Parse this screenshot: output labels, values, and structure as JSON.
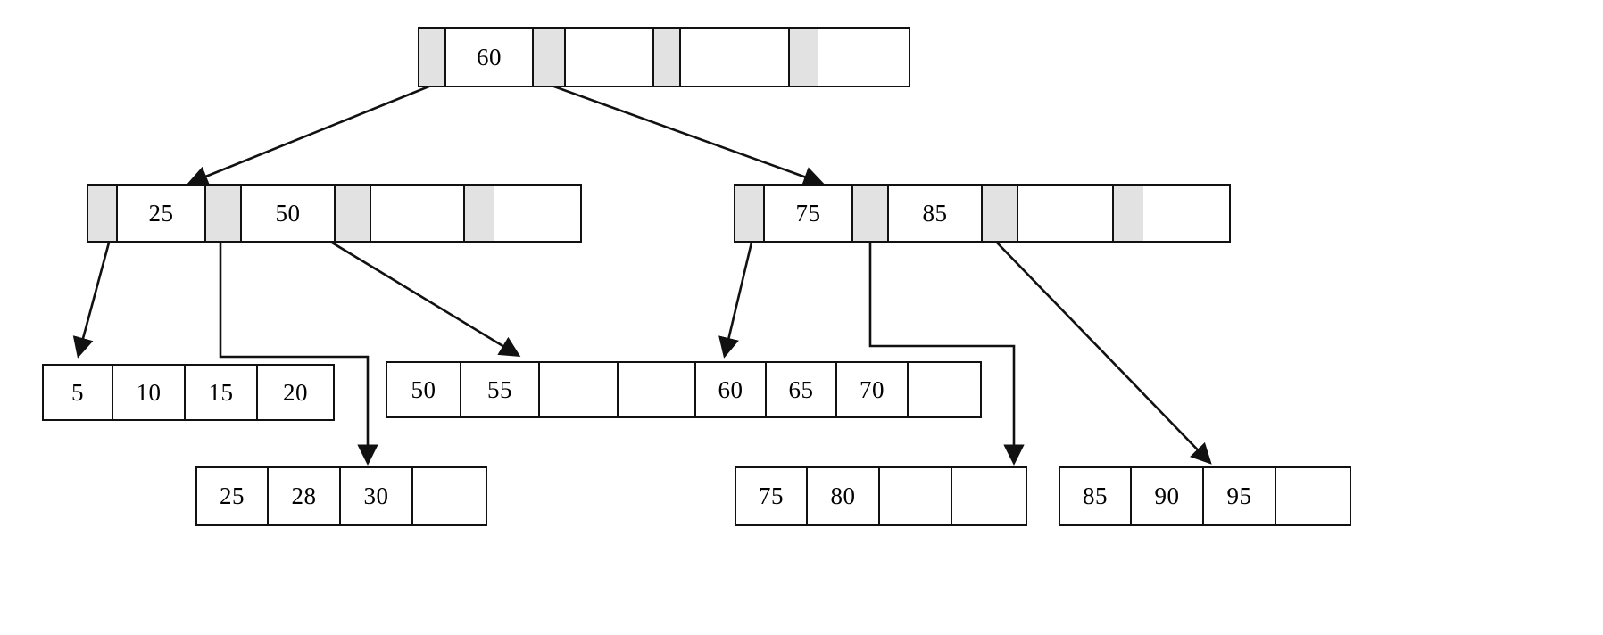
{
  "diagram": {
    "title": "B+ Tree index structure",
    "type": "b-plus-tree",
    "line_color": "#111111",
    "pointer_cell_color": "#e2e2e2",
    "key_cell_color": "#ffffff",
    "background": "#ffffff"
  },
  "nodes": {
    "root": {
      "id": "root",
      "level": "root",
      "cells": [
        {
          "kind": "pointer",
          "label": ""
        },
        {
          "kind": "key",
          "label": "60"
        },
        {
          "kind": "pointer",
          "label": ""
        },
        {
          "kind": "key",
          "label": ""
        },
        {
          "kind": "pointer",
          "label": ""
        },
        {
          "kind": "key",
          "label": ""
        },
        {
          "kind": "pointer",
          "label": ""
        }
      ]
    },
    "internal_left": {
      "id": "internal-left",
      "level": "internal",
      "cells": [
        {
          "kind": "pointer",
          "label": ""
        },
        {
          "kind": "key",
          "label": "25"
        },
        {
          "kind": "pointer",
          "label": ""
        },
        {
          "kind": "key",
          "label": "50"
        },
        {
          "kind": "pointer",
          "label": ""
        },
        {
          "kind": "key",
          "label": ""
        },
        {
          "kind": "pointer",
          "label": ""
        }
      ]
    },
    "internal_right": {
      "id": "internal-right",
      "level": "internal",
      "cells": [
        {
          "kind": "pointer",
          "label": ""
        },
        {
          "kind": "key",
          "label": "75"
        },
        {
          "kind": "pointer",
          "label": ""
        },
        {
          "kind": "key",
          "label": "85"
        },
        {
          "kind": "pointer",
          "label": ""
        },
        {
          "kind": "key",
          "label": ""
        },
        {
          "kind": "pointer",
          "label": ""
        }
      ]
    },
    "leaf_1": {
      "id": "leaf-1",
      "level": "leaf",
      "cells": [
        {
          "kind": "key",
          "label": "5"
        },
        {
          "kind": "key",
          "label": "10"
        },
        {
          "kind": "key",
          "label": "15"
        },
        {
          "kind": "key",
          "label": "20"
        }
      ]
    },
    "leaf_2": {
      "id": "leaf-2",
      "level": "leaf",
      "cells": [
        {
          "kind": "key",
          "label": "25"
        },
        {
          "kind": "key",
          "label": "28"
        },
        {
          "kind": "key",
          "label": "30"
        },
        {
          "kind": "key",
          "label": ""
        }
      ]
    },
    "leaf_3": {
      "id": "leaf-3",
      "level": "leaf",
      "cells": [
        {
          "kind": "key",
          "label": "50"
        },
        {
          "kind": "key",
          "label": "55"
        },
        {
          "kind": "key",
          "label": ""
        },
        {
          "kind": "key",
          "label": ""
        }
      ]
    },
    "leaf_4": {
      "id": "leaf-4",
      "level": "leaf",
      "cells": [
        {
          "kind": "key",
          "label": "60"
        },
        {
          "kind": "key",
          "label": "65"
        },
        {
          "kind": "key",
          "label": "70"
        },
        {
          "kind": "key",
          "label": ""
        }
      ]
    },
    "leaf_5": {
      "id": "leaf-5",
      "level": "leaf",
      "cells": [
        {
          "kind": "key",
          "label": "75"
        },
        {
          "kind": "key",
          "label": "80"
        },
        {
          "kind": "key",
          "label": ""
        },
        {
          "kind": "key",
          "label": ""
        }
      ]
    },
    "leaf_6": {
      "id": "leaf-6",
      "level": "leaf",
      "cells": [
        {
          "kind": "key",
          "label": "85"
        },
        {
          "kind": "key",
          "label": "90"
        },
        {
          "kind": "key",
          "label": "95"
        },
        {
          "kind": "key",
          "label": ""
        }
      ]
    }
  },
  "edges": [
    {
      "from": "root",
      "to": "internal_left"
    },
    {
      "from": "root",
      "to": "internal_right"
    },
    {
      "from": "internal_left",
      "to": "leaf_1"
    },
    {
      "from": "internal_left",
      "to": "leaf_2"
    },
    {
      "from": "internal_left",
      "to": "leaf_3"
    },
    {
      "from": "internal_right",
      "to": "leaf_4"
    },
    {
      "from": "internal_right",
      "to": "leaf_5"
    },
    {
      "from": "internal_right",
      "to": "leaf_6"
    }
  ]
}
